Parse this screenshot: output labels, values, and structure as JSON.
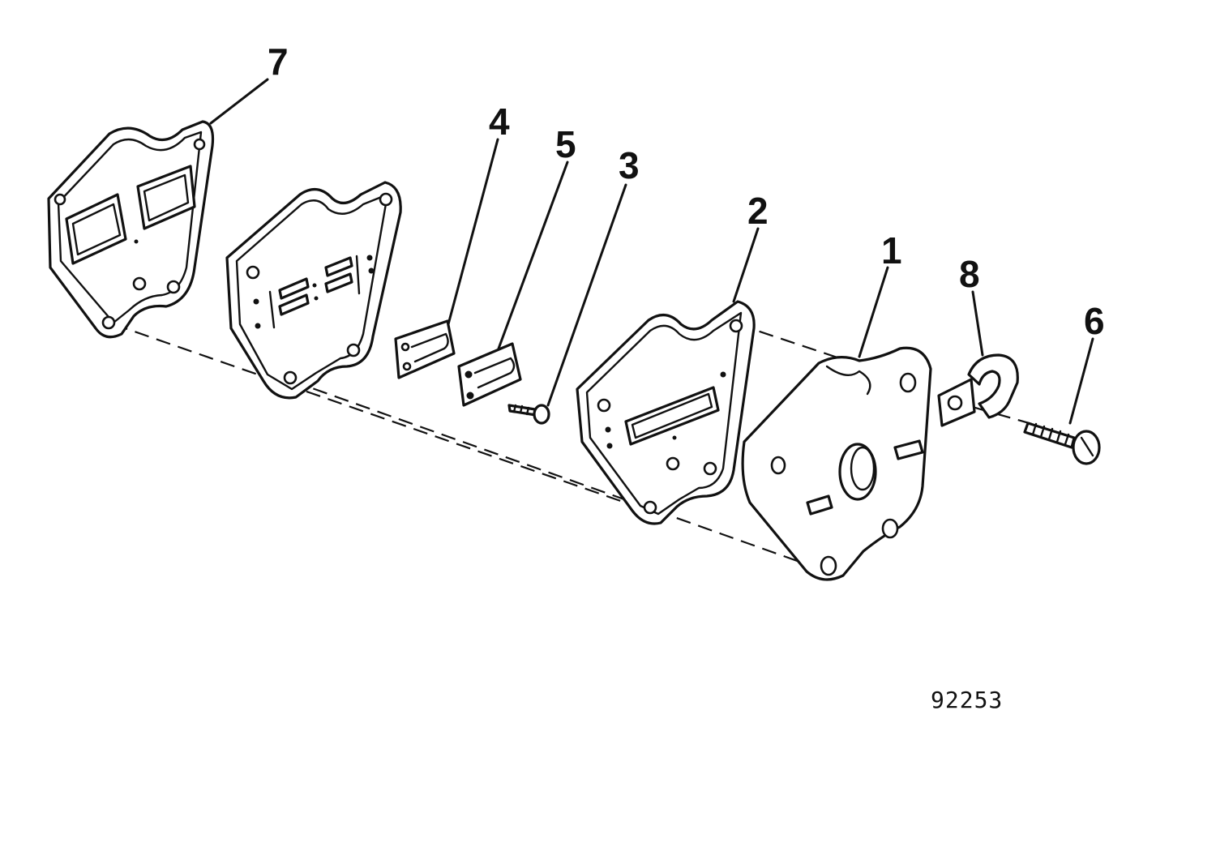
{
  "diagram": {
    "figure_number": "92253",
    "callouts": [
      {
        "id": "7",
        "label": "7"
      },
      {
        "id": "4",
        "label": "4"
      },
      {
        "id": "5",
        "label": "5"
      },
      {
        "id": "3",
        "label": "3"
      },
      {
        "id": "2",
        "label": "2"
      },
      {
        "id": "1",
        "label": "1"
      },
      {
        "id": "8",
        "label": "8"
      },
      {
        "id": "6",
        "label": "6"
      }
    ]
  }
}
